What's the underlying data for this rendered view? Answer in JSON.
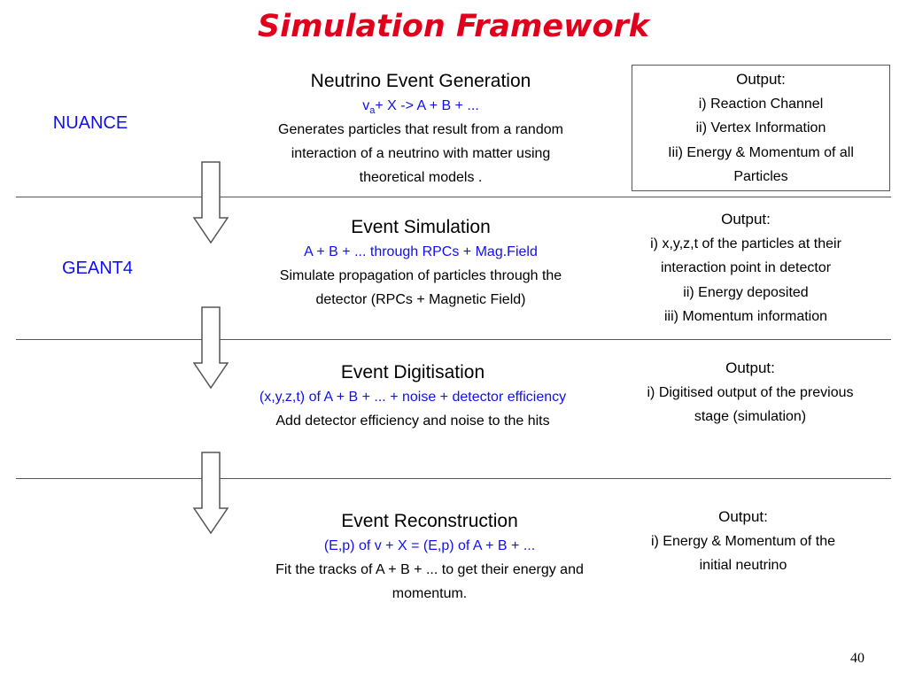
{
  "slide": {
    "title": "Simulation Framework",
    "page_number": "40"
  },
  "tools": [
    {
      "label": "NUANCE"
    },
    {
      "label": "GEANT4"
    }
  ],
  "stages": [
    {
      "title": "Neutrino Event Generation",
      "equation": {
        "v": "v",
        "sub": "a",
        "rest": "+ X -> A + B + ..."
      },
      "description": [
        "Generates particles that result from a random",
        "interaction of a neutrino with matter using",
        "theoretical models ."
      ],
      "output": {
        "heading": "Output:",
        "lines": [
          "i)  Reaction Channel",
          "ii) Vertex Information",
          "Iii) Energy & Momentum of all",
          "Particles"
        ]
      }
    },
    {
      "title": "Event Simulation",
      "equation": "A + B + ... through RPCs + Mag.Field",
      "description": [
        "Simulate propagation of particles through the",
        "detector (RPCs + Magnetic Field)"
      ],
      "output": {
        "heading": "Output:",
        "lines": [
          "i)  x,y,z,t of the particles at their",
          "interaction point in detector",
          "ii) Energy deposited",
          "iii) Momentum information"
        ]
      }
    },
    {
      "title": "Event Digitisation",
      "equation": "(x,y,z,t) of A + B + ... + noise + detector efficiency",
      "description": [
        "Add detector efficiency and noise to the hits"
      ],
      "output": {
        "heading": "Output:",
        "lines": [
          "i)  Digitised output of the previous",
          "stage (simulation)"
        ]
      }
    },
    {
      "title": "Event Reconstruction",
      "equation": "(E,p) of v + X = (E,p) of A + B + ...",
      "description": [
        "Fit the tracks of A + B + ... to get their energy and",
        "momentum."
      ],
      "output": {
        "heading": "Output:",
        "lines": [
          "i)  Energy & Momentum of the",
          "initial neutrino"
        ]
      }
    }
  ]
}
